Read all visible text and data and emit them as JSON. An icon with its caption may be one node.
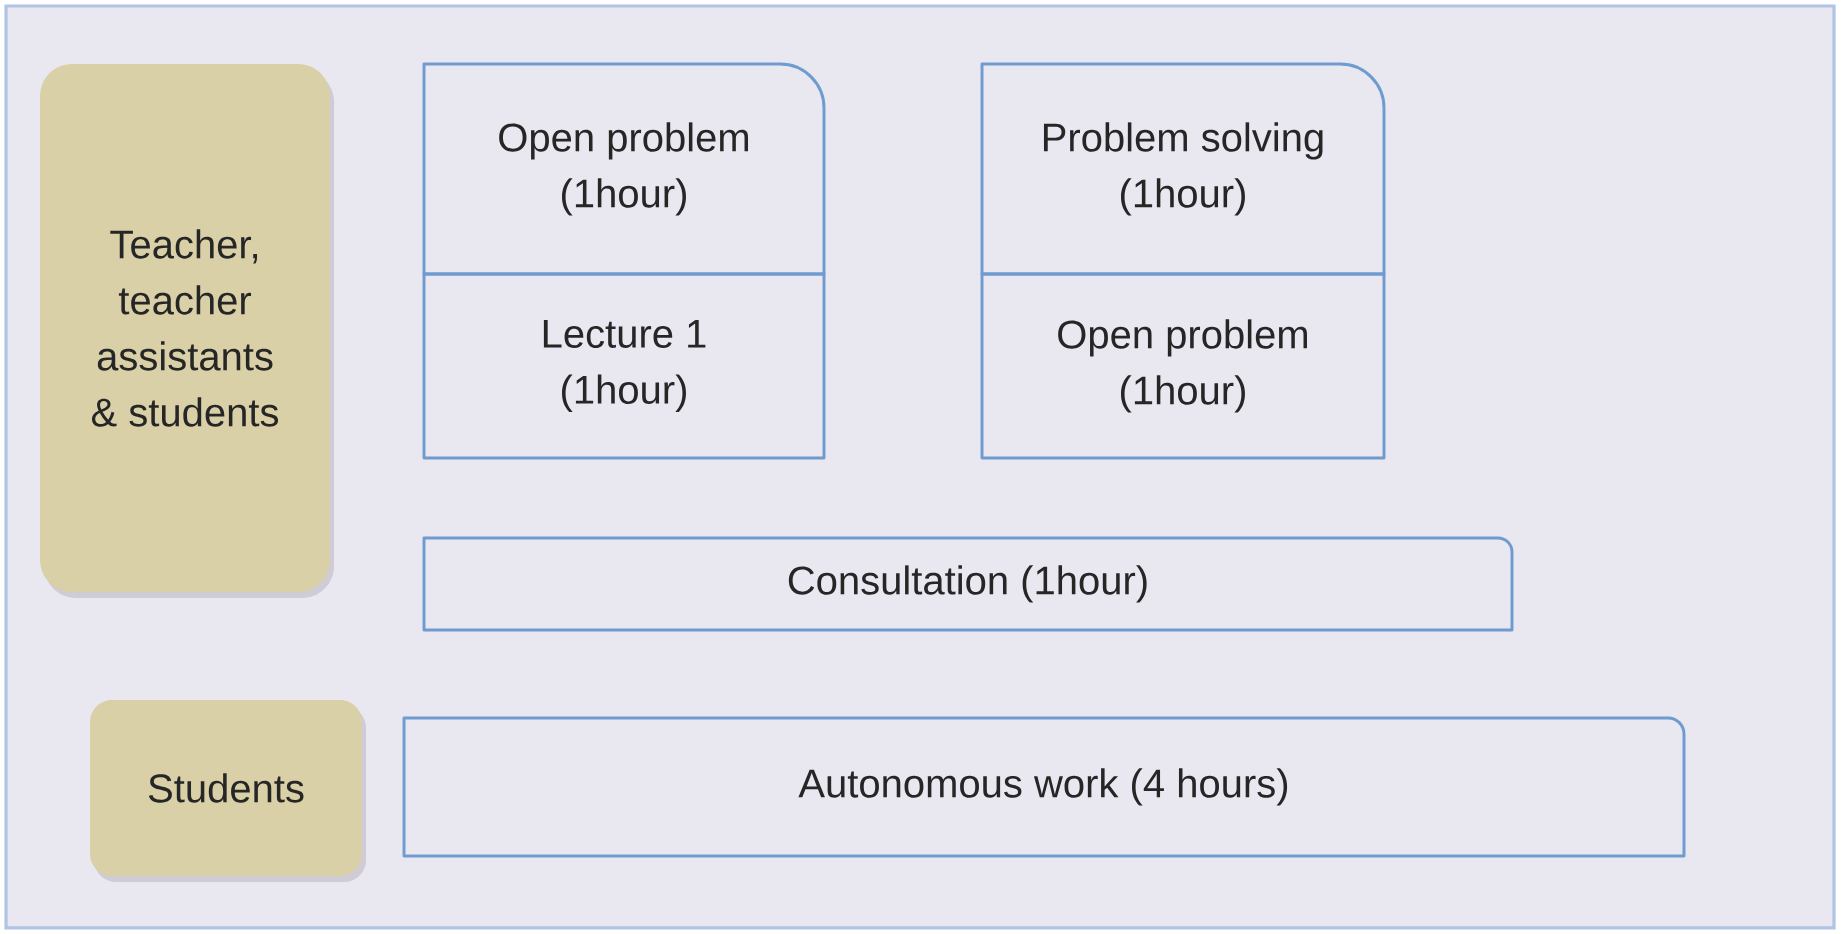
{
  "diagram": {
    "nodes": [
      {
        "text": [
          "Teacher, teacher assistants & students"
        ]
      },
      {
        "text": [
          "Open problem (1hour)"
        ]
      },
      {
        "text": [
          "Lecture 1 (1hour)"
        ]
      },
      {
        "text": [
          "Problem solving (1hour)"
        ]
      },
      {
        "text": [
          "Open problem (1hour)"
        ]
      },
      {
        "text": [
          "Consultation (1hour)"
        ]
      },
      {
        "text": [
          "Students"
        ]
      },
      {
        "text": [
          "Autonomous work (4 hours)"
        ]
      }
    ]
  }
}
